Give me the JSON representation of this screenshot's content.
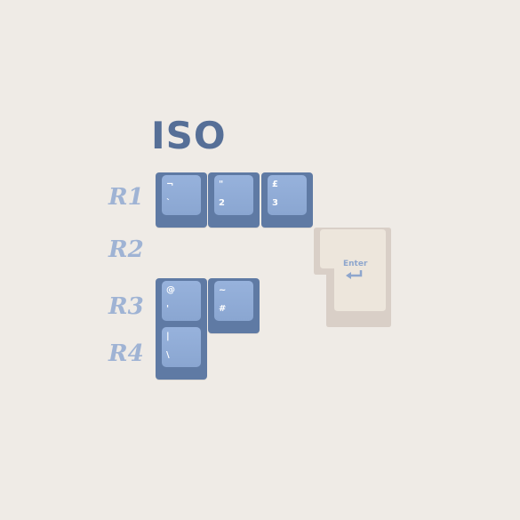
{
  "title": "ISO",
  "rows": [
    "R1",
    "R2",
    "R3",
    "R4"
  ],
  "keys": {
    "r1_1": {
      "top": "¬",
      "bottom": "`"
    },
    "r1_2": {
      "top": "\"",
      "bottom": "2"
    },
    "r1_3": {
      "top": "£",
      "bottom": "3"
    },
    "r3_1": {
      "top": "@",
      "bottom": "'"
    },
    "r3_2": {
      "top": "~",
      "bottom": "#"
    },
    "r4_1": {
      "top": "|",
      "bottom": "\\"
    }
  },
  "enter": {
    "label": "Enter",
    "icon": "return-arrow-icon"
  },
  "colors": {
    "key_blue": "#8aa6d1",
    "key_blue_side": "#5f7aa4",
    "title": "#566f97",
    "row_label": "#9fb3d4",
    "enter_cream": "#ede6dc"
  }
}
